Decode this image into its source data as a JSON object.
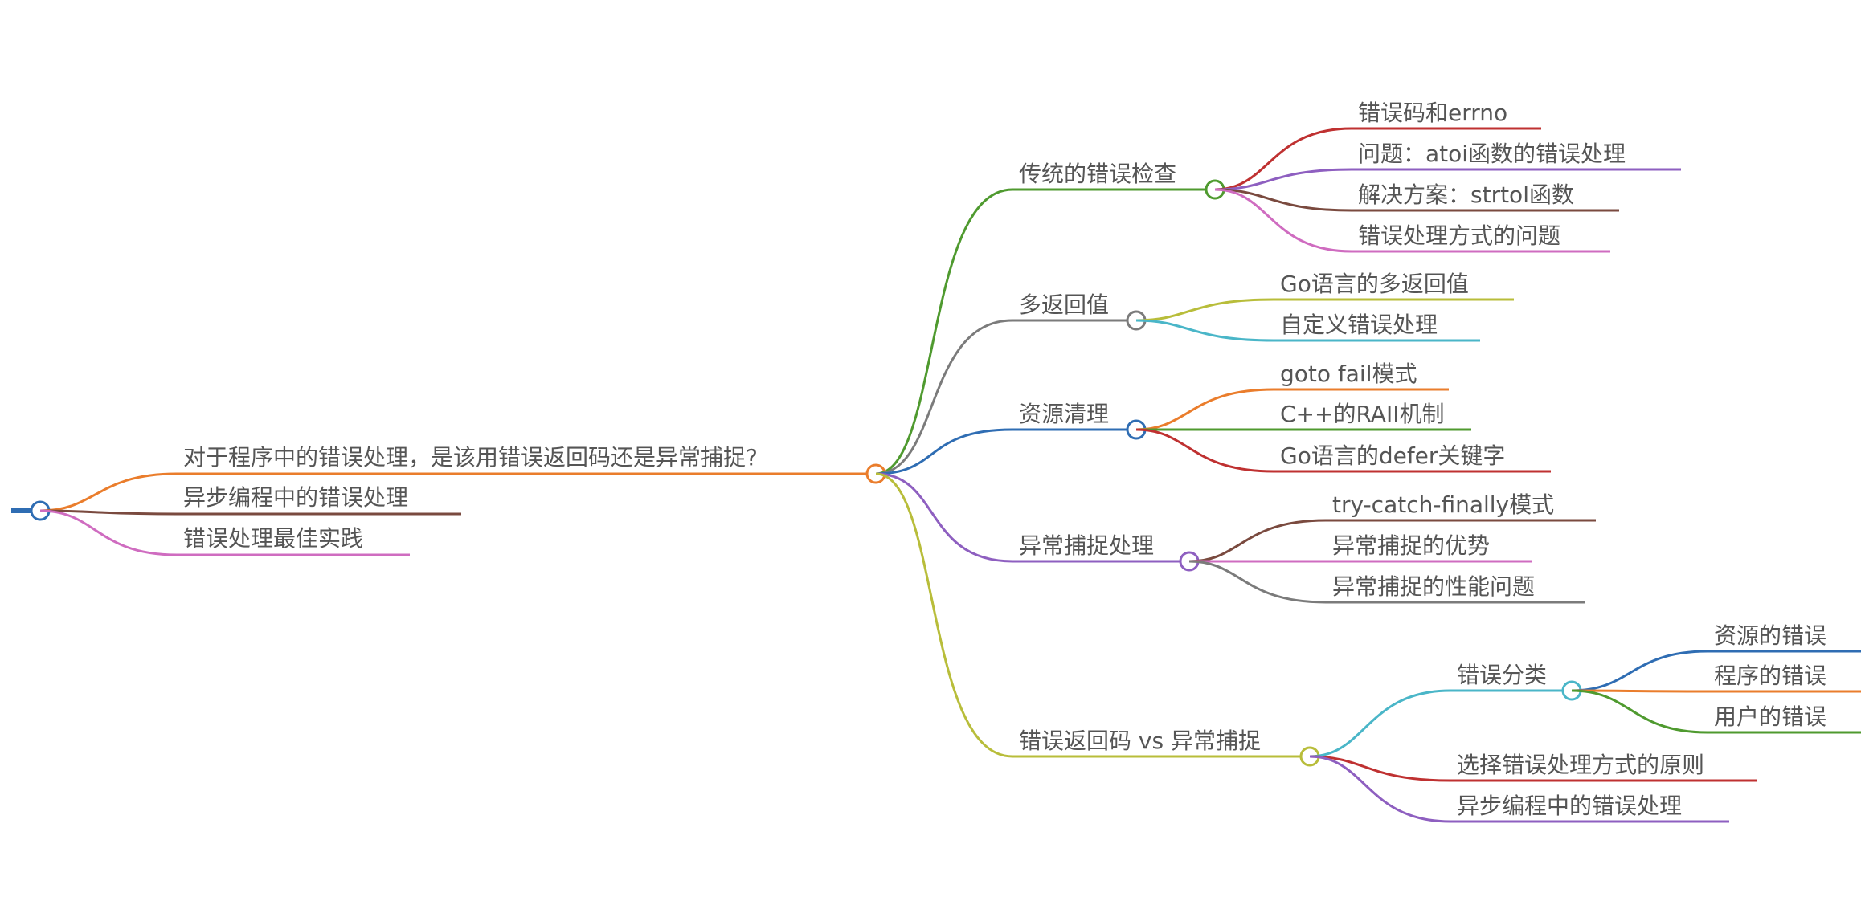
{
  "mindmap": {
    "root": {
      "label": "",
      "color": "#2f6db3"
    },
    "level1": [
      {
        "label": "对于程序中的错误处理，是该用错误返回码还是异常捕捉?",
        "color": "#ea7d2c"
      },
      {
        "label": "异步编程中的错误处理",
        "color": "#7a4a3f"
      },
      {
        "label": "错误处理最佳实践",
        "color": "#cf6cc0"
      }
    ],
    "branches": [
      {
        "label": "传统的错误检查",
        "color": "#4f9a2f",
        "children": [
          {
            "label": "错误码和errno",
            "color": "#bf3131"
          },
          {
            "label": "问题：atoi函数的错误处理",
            "color": "#8e5fc0"
          },
          {
            "label": "解决方案：strtol函数",
            "color": "#7a4a3f"
          },
          {
            "label": "错误处理方式的问题",
            "color": "#cf6cc0"
          }
        ]
      },
      {
        "label": "多返回值",
        "color": "#7b7b7b",
        "children": [
          {
            "label": "Go语言的多返回值",
            "color": "#b8bd3a"
          },
          {
            "label": "自定义错误处理",
            "color": "#4ab6c8"
          }
        ]
      },
      {
        "label": "资源清理",
        "color": "#2f6db3",
        "children": [
          {
            "label": "goto fail模式",
            "color": "#ea7d2c"
          },
          {
            "label": "C++的RAII机制",
            "color": "#4f9a2f"
          },
          {
            "label": "Go语言的defer关键字",
            "color": "#bf3131"
          }
        ]
      },
      {
        "label": "异常捕捉处理",
        "color": "#8e5fc0",
        "children": [
          {
            "label": "try-catch-finally模式",
            "color": "#7a4a3f"
          },
          {
            "label": "异常捕捉的优势",
            "color": "#cf6cc0"
          },
          {
            "label": "异常捕捉的性能问题",
            "color": "#7b7b7b"
          }
        ]
      },
      {
        "label": "错误返回码 vs 异常捕捉",
        "color": "#b8bd3a",
        "children": [
          {
            "label": "错误分类",
            "color": "#4ab6c8",
            "children": [
              {
                "label": "资源的错误",
                "color": "#2f6db3"
              },
              {
                "label": "程序的错误",
                "color": "#ea7d2c"
              },
              {
                "label": "用户的错误",
                "color": "#4f9a2f"
              }
            ]
          },
          {
            "label": "选择错误处理方式的原则",
            "color": "#bf3131"
          },
          {
            "label": "异步编程中的错误处理",
            "color": "#8e5fc0"
          }
        ]
      }
    ]
  }
}
